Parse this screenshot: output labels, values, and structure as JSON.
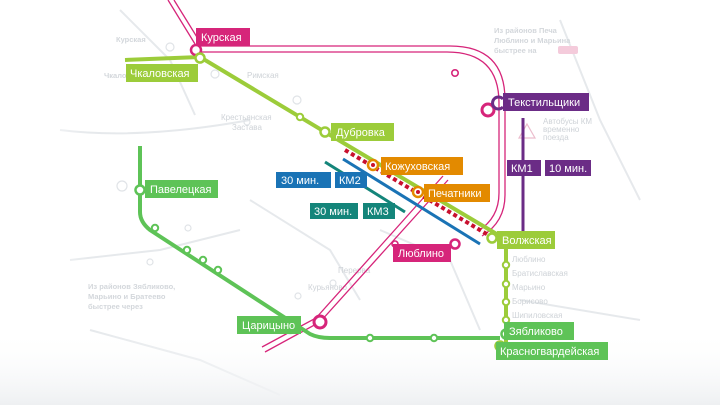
{
  "colors": {
    "pink": "#d6257a",
    "green": "#8cc63f",
    "dark_green": "#3cb54a",
    "blue": "#1a73b5",
    "teal": "#14857a",
    "purple": "#6b2c86",
    "red_dash": "#c8102e",
    "orange_station": "#e38a00",
    "background_text": "#c9ced3"
  },
  "stations": {
    "kurskaya": "Курская",
    "chkalovskaya": "Чкаловская",
    "dubrovka": "Дубровка",
    "tekstilshchiki": "Текстильщики",
    "kozhukhovskaya": "Кожуховская",
    "pechatniki": "Печатники",
    "paveletskaya": "Павелецкая",
    "volzhskaya": "Волжская",
    "lyublino": "Люблино",
    "tsaritsyno": "Царицыно",
    "zyablikovo": "Зябликово",
    "krasnogvardeyskaya": "Красногвардейская"
  },
  "routes": {
    "km1": {
      "name": "КМ1",
      "time": "10 мин."
    },
    "km2": {
      "name": "КМ2",
      "time": "30 мин."
    },
    "km3": {
      "name": "КМ3",
      "time": "30 мин."
    }
  },
  "background_labels": {
    "kurskaya": "Курская",
    "chkalovskaya": "Чкаловская",
    "rimskaya": "Римская",
    "krestyanskaya_1": "Крестьянская",
    "krestyanskaya_2": "Застава",
    "lyublino_street": "Люблино",
    "bratislavskaya": "Братиславская",
    "maryino": "Марьино",
    "borisovo": "Борисово",
    "shipilovskaya": "Шипиловская",
    "perervo": "Перерва",
    "kurjanovo": "Курьяново",
    "note_tr_1": "Из районов Печа",
    "note_tr_2": "Люблино и Марьина",
    "note_tr_3": "быстрее на",
    "note_bus_1": "Автобусы КМ",
    "note_bus_2": "временно",
    "note_bus_3": "поезда",
    "note_left_1": "Из районов Зябликово,",
    "note_left_2": "Марьино и Братеево",
    "note_left_3": "быстрее через"
  }
}
